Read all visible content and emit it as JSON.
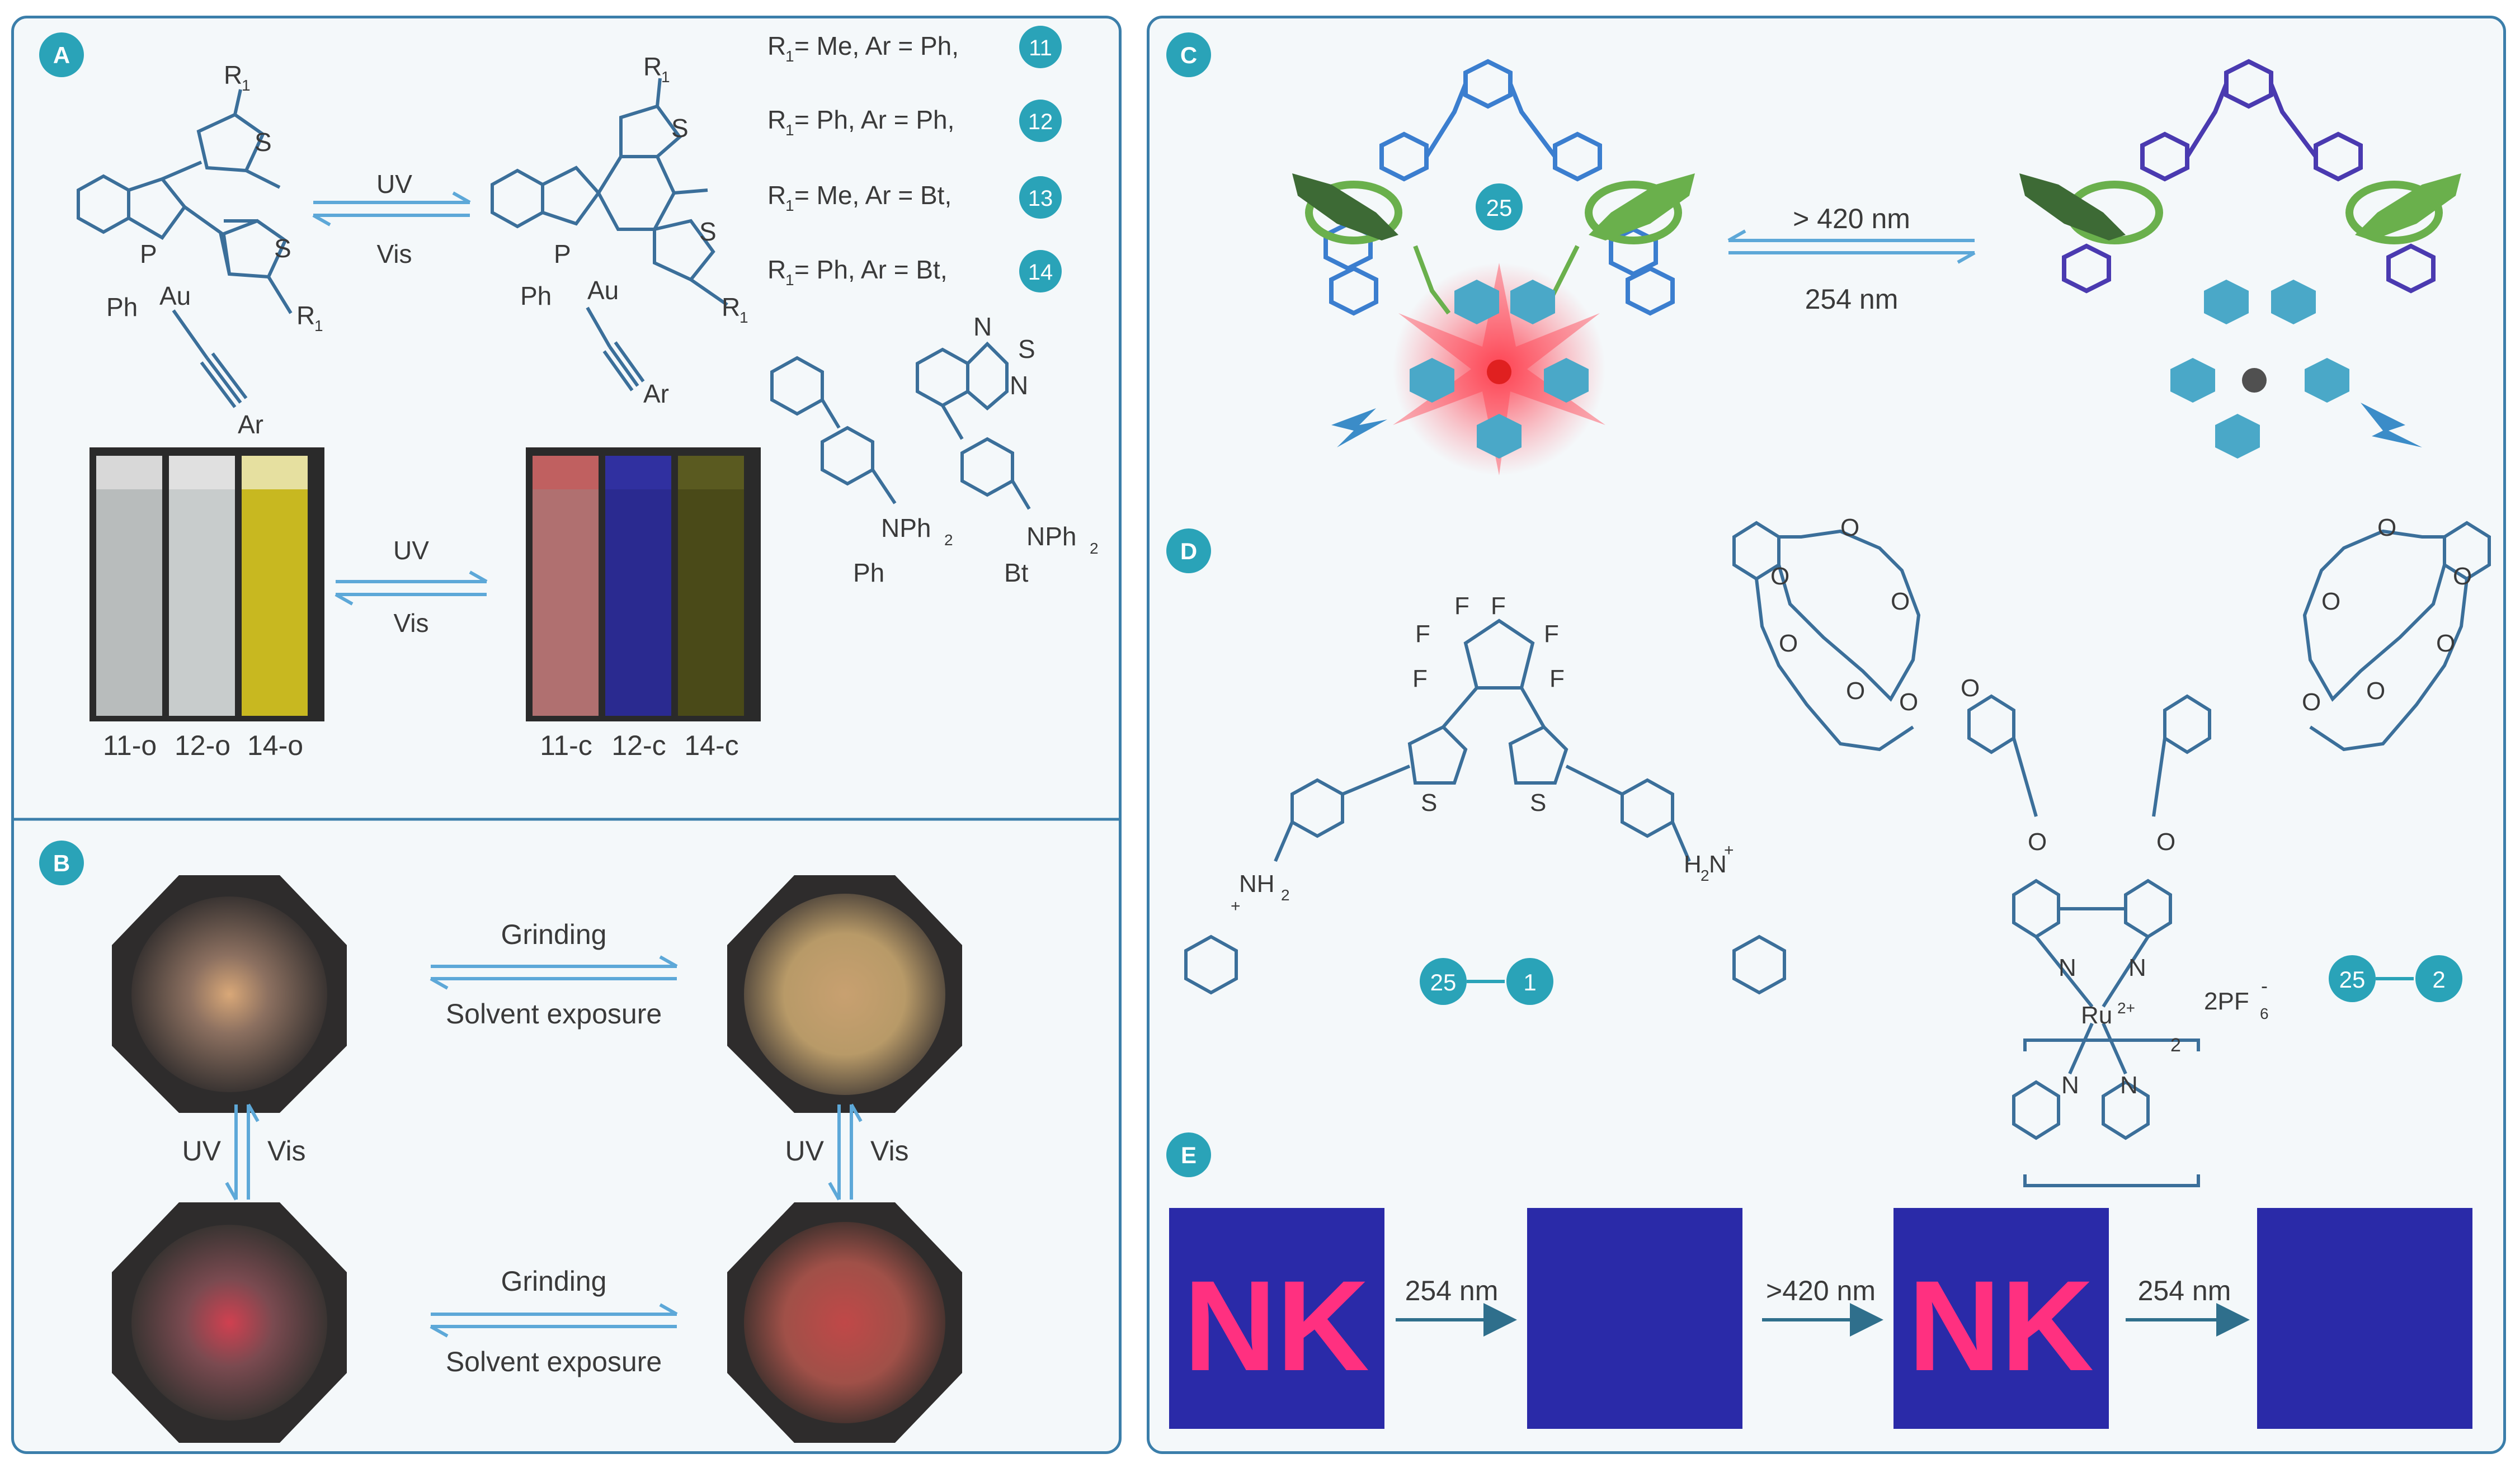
{
  "colors": {
    "accent": "#2aa3b8",
    "bond": "#3b6f9a",
    "arrow": "#5da8d8",
    "panel_border": "#3b7eaa",
    "panel_bg": "#f4f8fa"
  },
  "panels": {
    "a": "A",
    "b": "B",
    "c": "C",
    "d": "D",
    "e": "E"
  },
  "panel_a": {
    "structure_labels": {
      "r1_top": "R",
      "r1_sub": "1",
      "s": "S",
      "p": "P",
      "ph": "Ph",
      "au": "Au",
      "ar": "Ar"
    },
    "arrow_top": {
      "forward": "UV",
      "backward": "Vis"
    },
    "arrow_vials": {
      "forward": "UV",
      "backward": "Vis"
    },
    "compounds": [
      {
        "r1": "R",
        "sub": "1",
        "text": " = Me,  Ar = Ph,",
        "id": "11"
      },
      {
        "r1": "R",
        "sub": "1",
        "text": " = Ph,  Ar = Ph,",
        "id": "12"
      },
      {
        "r1": "R",
        "sub": "1",
        "text": " = Me,  Ar = Bt,",
        "id": "13"
      },
      {
        "r1": "R",
        "sub": "1",
        "text": " = Ph, Ar = Bt,",
        "id": "14"
      }
    ],
    "ar_groups": {
      "ph_label": "Ph",
      "bt_label": "Bt",
      "nph2": "NPh",
      "nph2_sub": "2",
      "n": "N",
      "s": "S"
    },
    "vials_open": [
      "11-o",
      "12-o",
      "14-o"
    ],
    "vials_closed": [
      "11-c",
      "12-c",
      "14-c"
    ]
  },
  "panel_b": {
    "top_arrow": {
      "forward": "Grinding",
      "backward": "Solvent exposure"
    },
    "bottom_arrow": {
      "forward": "Grinding",
      "backward": "Solvent exposure"
    },
    "left_vertical": {
      "down": "UV",
      "up": "Vis"
    },
    "right_vertical": {
      "down": "UV",
      "up": "Vis"
    }
  },
  "panel_c": {
    "badge": "25",
    "arrow_forward": "> 420 nm",
    "arrow_backward": "254 nm"
  },
  "panel_d": {
    "f_label": "F",
    "s_label": "S",
    "nh2": "NH",
    "nh2_sub": "2",
    "plus": "+",
    "h2n": "H",
    "h2n_sub": "2",
    "n_label": "N",
    "o_label": "O",
    "ru": "Ru",
    "ru_charge": "2+",
    "counter": "2PF",
    "counter_sub": "6",
    "counter_sup": "-",
    "bracket_sub": "2",
    "tag_left": {
      "a": "25",
      "b": "1"
    },
    "tag_right": {
      "a": "25",
      "b": "2"
    }
  },
  "panel_e": {
    "nk_text": "NK",
    "steps": [
      "254 nm",
      ">420 nm",
      "254 nm"
    ]
  }
}
